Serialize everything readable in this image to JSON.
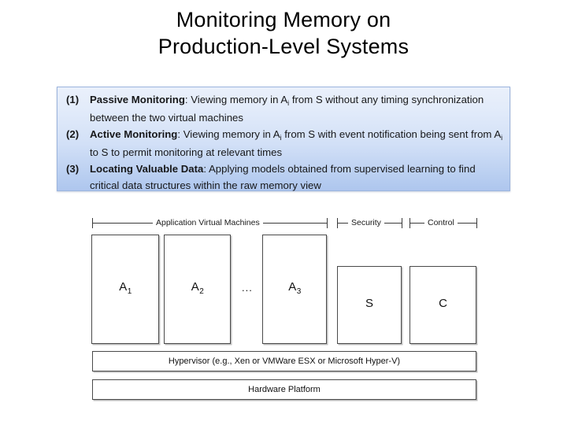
{
  "slide": {
    "title_line1": "Monitoring Memory on",
    "title_line2": "Production-Level Systems"
  },
  "callout": {
    "background_top_color": "#eaf0fb",
    "background_bottom_color": "#aec6ee",
    "border_color": "#9cb5de",
    "items": [
      {
        "number": "(1)",
        "lead": "Passive Monitoring",
        "text_part1": ": Viewing memory in A",
        "subscript1": "i",
        "text_part2": " from S without any timing synchronization between the two virtual machines"
      },
      {
        "number": "(2)",
        "lead": "Active Monitoring",
        "text_part1": ": Viewing memory in A",
        "subscript1": "i",
        "text_part2": " from S with event notification being sent from A",
        "subscript2": "i",
        "text_part3": " to S to permit monitoring at relevant times"
      },
      {
        "number": "(3)",
        "lead": "Locating Valuable Data",
        "text_part1": ": Applying models obtained from supervised learning to find critical data structures within the raw memory view"
      }
    ]
  },
  "diagram": {
    "group_labels": [
      {
        "label": "Application Virtual Machines"
      },
      {
        "label": "Security"
      },
      {
        "label": "Control"
      }
    ],
    "vm_boxes": [
      {
        "name": "A",
        "sub": "1"
      },
      {
        "name": "A",
        "sub": "2"
      },
      {
        "name": "A",
        "sub": "3"
      }
    ],
    "ellipsis": "...",
    "security_box": "S",
    "control_box": "C",
    "layers": [
      {
        "label": "Hypervisor (e.g., Xen or VMWare ESX or Microsoft Hyper-V)"
      },
      {
        "label": "Hardware Platform"
      }
    ]
  }
}
